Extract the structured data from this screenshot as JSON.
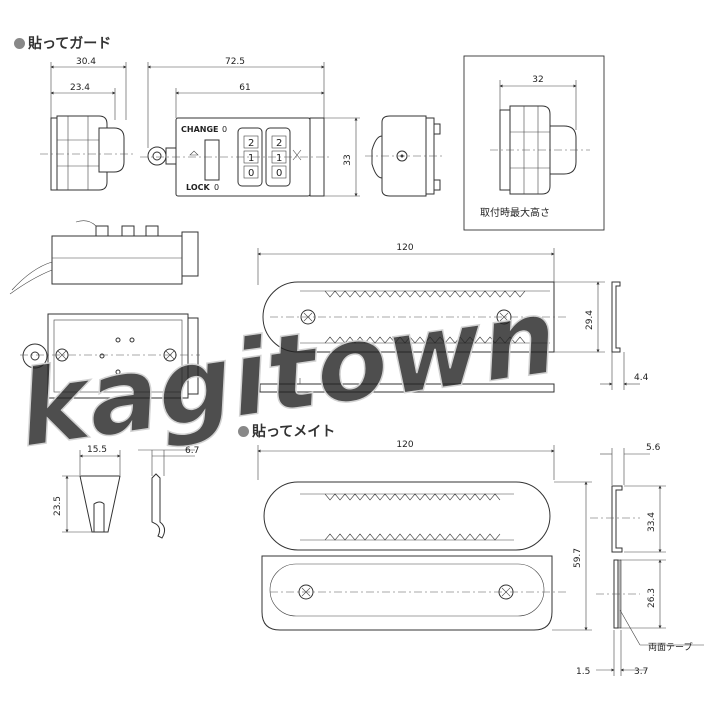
{
  "sections": {
    "guard_title": "貼ってガード",
    "mate_title": "貼ってメイト"
  },
  "dimensions": {
    "d30_4": "30.4",
    "d23_4": "23.4",
    "d72_5": "72.5",
    "d61": "61",
    "d33": "33",
    "d32": "32",
    "d120a": "120",
    "d29_4": "29.4",
    "d4_4": "4.4",
    "d15_5": "15.5",
    "d6_7": "6.7",
    "d23_5": "23.5",
    "d120b": "120",
    "d5_6": "5.6",
    "d33_4": "33.4",
    "d59_7": "59.7",
    "d26_3": "26.3",
    "d1_5": "1.5",
    "d3_7": "3.7"
  },
  "labels": {
    "mount_height": "取付時最大高さ",
    "tape": "両面テープ",
    "change": "CHANGE",
    "lock": "LOCK",
    "dial_top": [
      "2",
      "2"
    ],
    "dial_mid": [
      "1",
      "1"
    ],
    "dial_bot": [
      "0",
      "0"
    ]
  },
  "watermark": "kagitown"
}
